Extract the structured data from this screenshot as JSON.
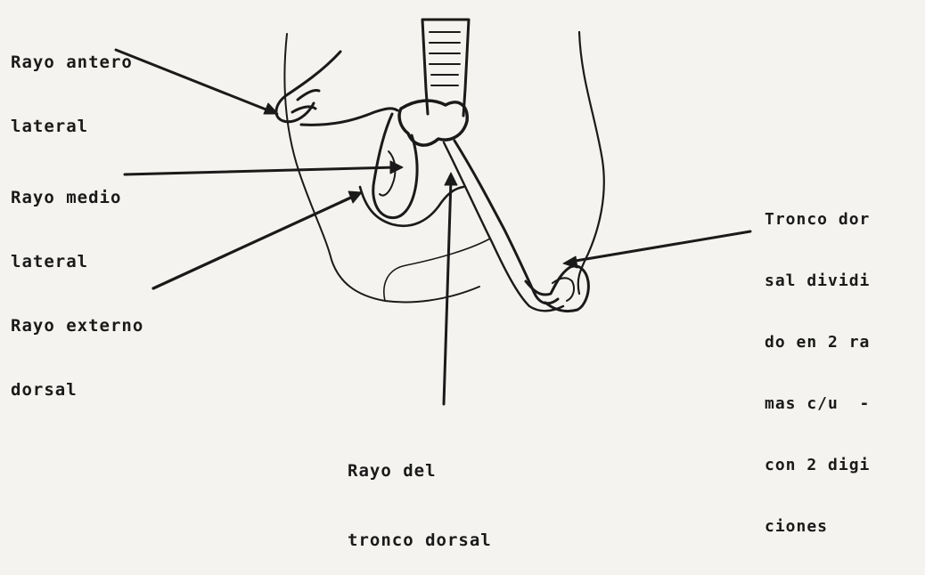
{
  "labels": {
    "antero_lateral": [
      "Rayo antero",
      "lateral"
    ],
    "medio_lateral": [
      "Rayo medio",
      "lateral"
    ],
    "externo_dorsal": [
      "Rayo externo",
      "dorsal"
    ],
    "tronco_dorsal": [
      "Rayo del",
      "tronco dorsal"
    ],
    "tronco_dividido": [
      "Tronco dor",
      "sal dividi",
      "do en 2 ra",
      "mas c/u  -",
      "con 2 digi",
      "ciones"
    ]
  },
  "colors": {
    "ink": "#1a1a1a",
    "paper": "#f4f3ef"
  }
}
